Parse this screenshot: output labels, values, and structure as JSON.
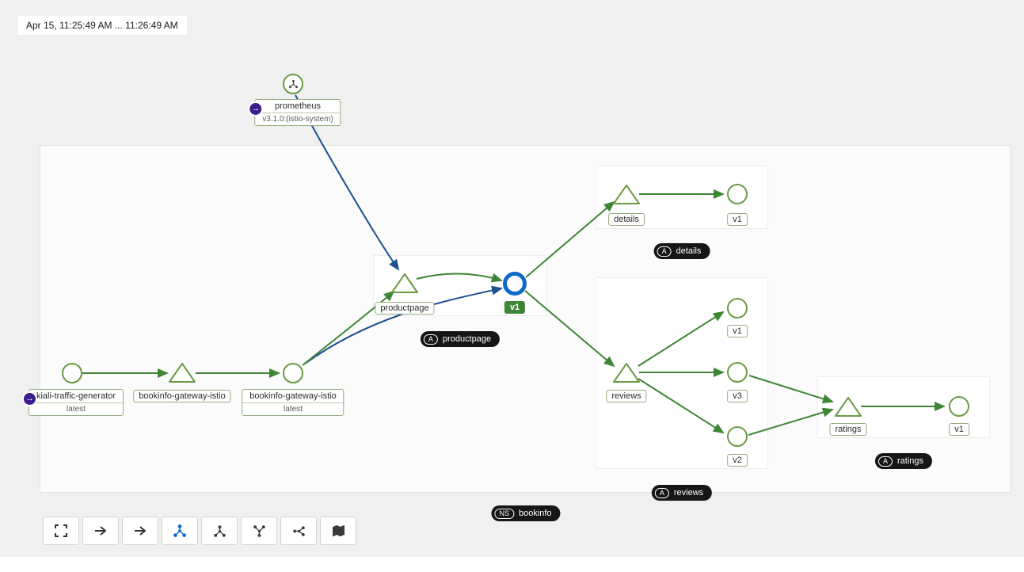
{
  "colors": {
    "canvas_bg": "#f0f0f0",
    "edge_green": "#3e8635",
    "edge_blue": "#1d4f91",
    "selection_blue": "#0f69c9",
    "node_border_green": "#6b9a45",
    "dark_badge_bg": "#161616",
    "root_badge_purple": "#3a1d8a",
    "active_icon_blue": "#0066cc",
    "selected_version_bg": "#3e8635"
  },
  "time_label": "Apr 15, 11:25:49 AM ... 11:26:49 AM",
  "nodes": {
    "prometheus": {
      "label": "prometheus",
      "version": "v3.1.0:(istio-system)"
    },
    "traffic_generator": {
      "label": "kiali-traffic-generator",
      "version": "latest"
    },
    "gateway_app": {
      "label": "bookinfo-gateway-istio"
    },
    "gateway_workload": {
      "label": "bookinfo-gateway-istio",
      "version": "latest"
    },
    "productpage_app": {
      "label": "productpage"
    },
    "productpage_v1": {
      "label": "v1"
    },
    "details_app": {
      "label": "details"
    },
    "details_v1": {
      "label": "v1"
    },
    "reviews_app": {
      "label": "reviews"
    },
    "reviews_v1": {
      "label": "v1"
    },
    "reviews_v3": {
      "label": "v3"
    },
    "reviews_v2": {
      "label": "v2"
    },
    "ratings_app": {
      "label": "ratings"
    },
    "ratings_v1": {
      "label": "v1"
    }
  },
  "badges": {
    "details": {
      "kind": "A",
      "label": "details"
    },
    "productpage": {
      "kind": "A",
      "label": "productpage"
    },
    "reviews": {
      "kind": "A",
      "label": "reviews"
    },
    "ratings": {
      "kind": "A",
      "label": "ratings"
    },
    "namespace": {
      "kind": "NS",
      "label": "bookinfo"
    },
    "root_arrow": "→"
  },
  "toolbar": {
    "buttons": [
      {
        "icon": "fit-to-screen"
      },
      {
        "icon": "arrow-right"
      },
      {
        "icon": "arrow-right"
      },
      {
        "icon": "graph-topology-active"
      },
      {
        "icon": "graph-topology"
      },
      {
        "icon": "graph-topology"
      },
      {
        "icon": "graph-topology"
      },
      {
        "icon": "map-legend"
      }
    ]
  }
}
